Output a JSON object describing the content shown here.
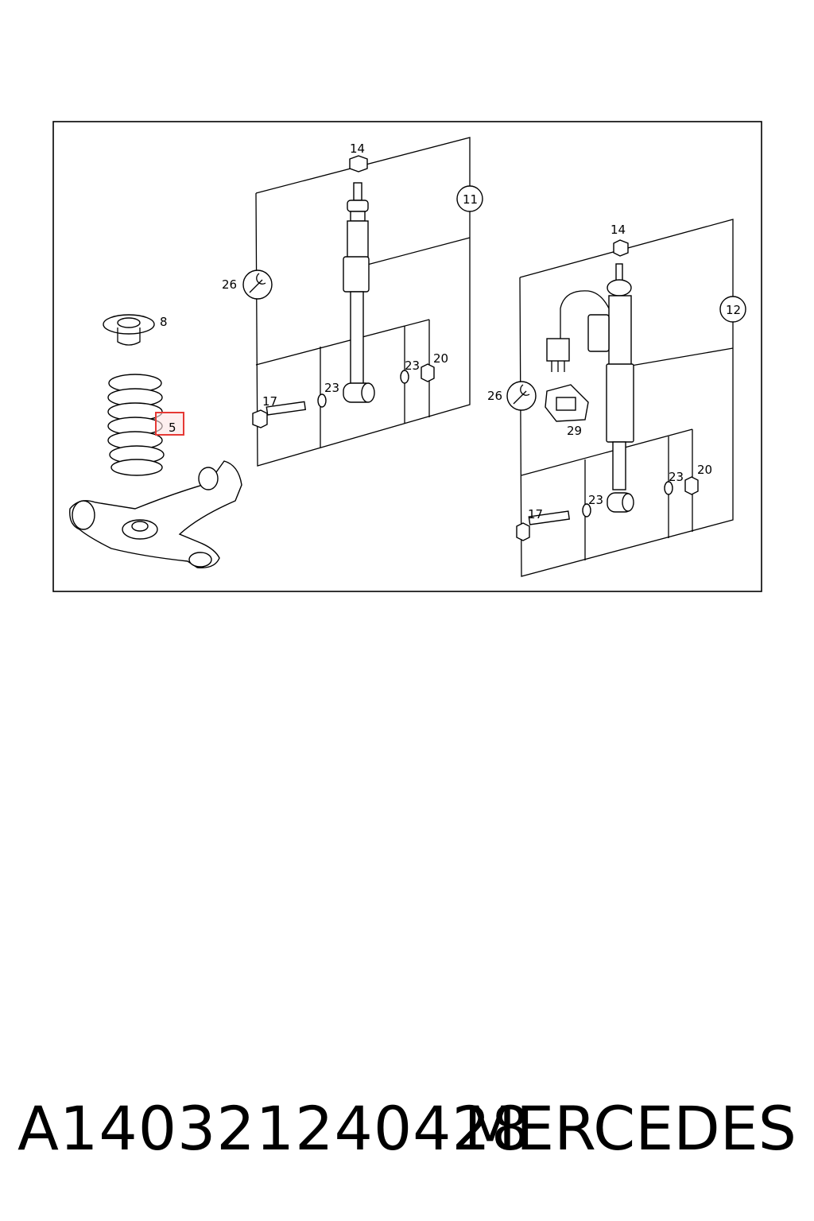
{
  "diagram": {
    "callouts": {
      "c14a": "14",
      "c11": "11",
      "c26a": "26",
      "c8": "8",
      "c23a": "23",
      "c20a": "20",
      "c23b": "23",
      "c17a": "17",
      "c5": "5",
      "c14b": "14",
      "c12": "12",
      "c26b": "26",
      "c29": "29",
      "c23c": "23",
      "c20b": "20",
      "c23d": "23",
      "c17b": "17"
    },
    "highlight_color": "#e53935"
  },
  "footer": {
    "part_number": "A140321240428",
    "brand": "MERCEDES"
  }
}
